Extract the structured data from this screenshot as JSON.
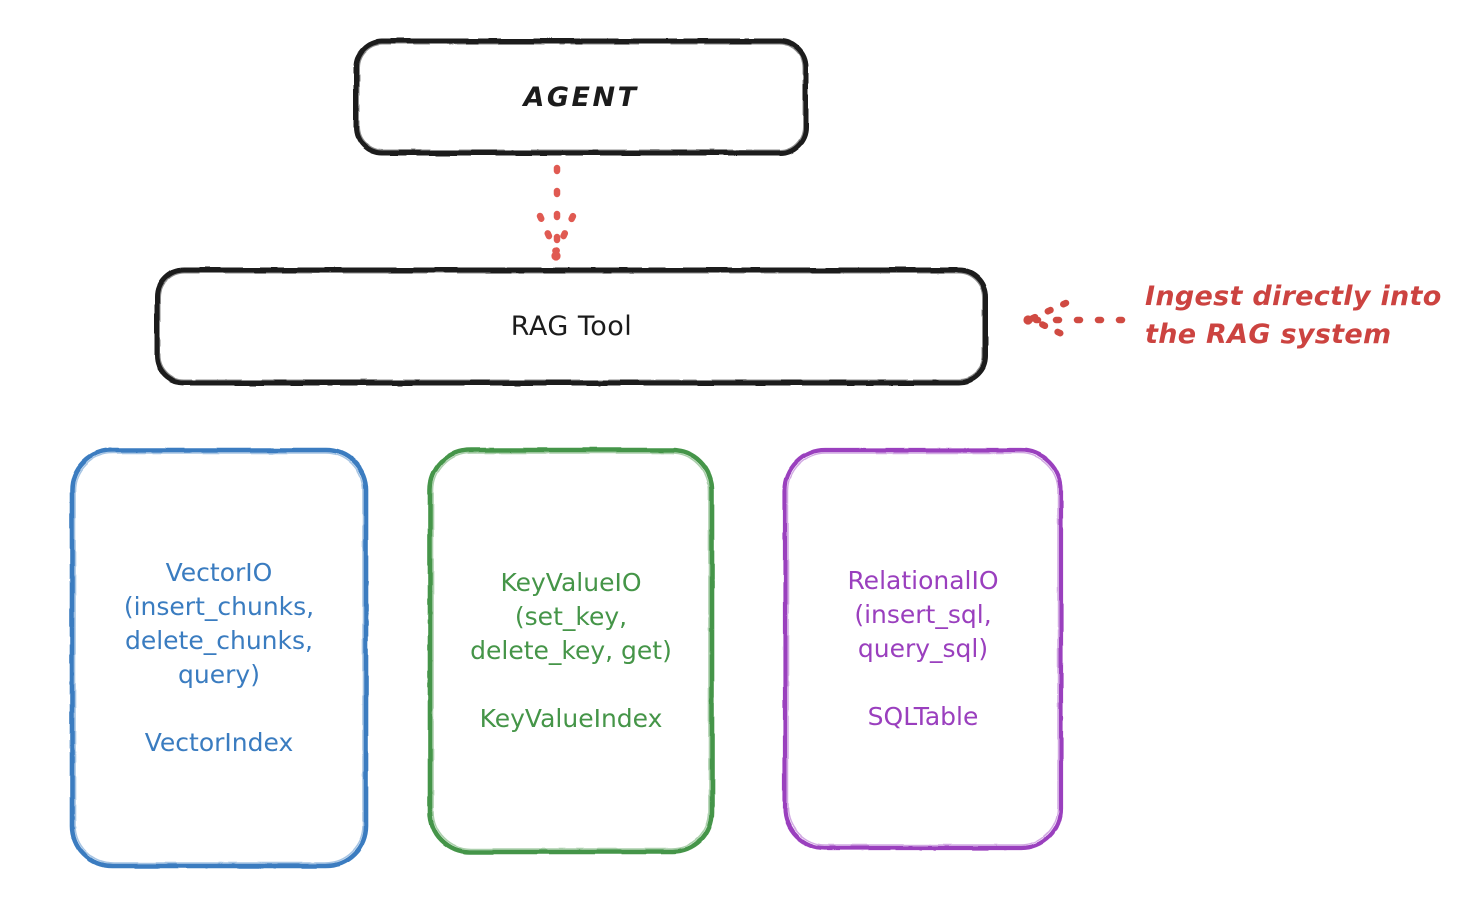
{
  "diagram": {
    "title_note": "RAG Tool architecture sketch",
    "background_color": "#ffffff",
    "nodes": {
      "agent": {
        "label": "AGENT",
        "color": "#1b1b1b",
        "shape": "rounded-rectangle"
      },
      "rag_tool": {
        "label": "RAG Tool",
        "color": "#1b1b1b",
        "shape": "rounded-rectangle"
      },
      "vector_io": {
        "api_label": "VectorIO\n(insert_chunks,\ndelete_chunks,\nquery)",
        "index_label": "VectorIndex",
        "color": "#3a7cc0",
        "shape": "rounded-rectangle"
      },
      "key_value_io": {
        "api_label": "KeyValueIO\n(set_key,\ndelete_key, get)",
        "index_label": "KeyValueIndex",
        "color": "#459548",
        "shape": "rounded-rectangle"
      },
      "relational_io": {
        "api_label": "RelationalIO\n(insert_sql,\nquery_sql)",
        "index_label": "SQLTable",
        "color": "#9a3fbe",
        "shape": "rounded-rectangle"
      }
    },
    "annotations": {
      "ingest": {
        "text": "Ingest directly into\nthe RAG system",
        "color": "#cc4340"
      }
    },
    "connectors": {
      "agent_to_rag_tool": {
        "style": "dotted",
        "color": "#e05a52",
        "direction": "down",
        "from": "agent",
        "to": "rag_tool"
      },
      "ingest_to_rag_tool": {
        "style": "dotted",
        "color": "#d04a42",
        "direction": "left",
        "from": "ingest-annotation",
        "to": "rag_tool"
      }
    }
  }
}
